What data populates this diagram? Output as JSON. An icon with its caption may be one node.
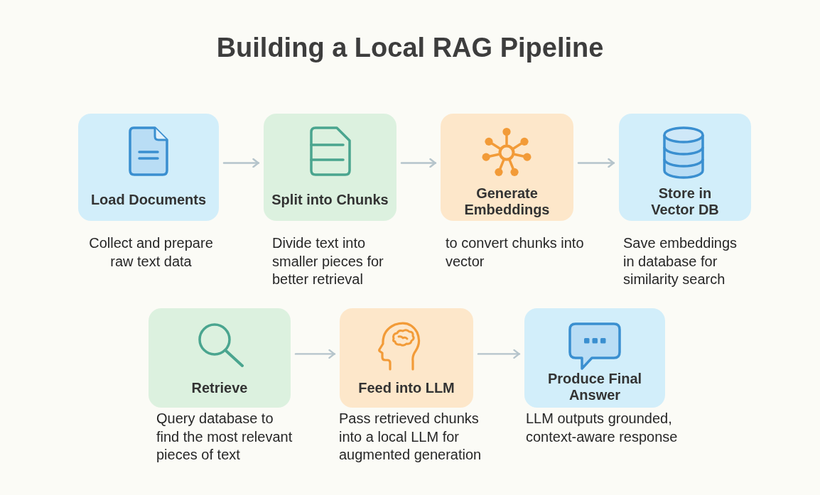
{
  "diagram": {
    "title": "Building a Local RAG Pipeline",
    "nodes": [
      {
        "text": [
          "Load Documents"
        ],
        "beside": [
          "Collect and prepare raw text data"
        ]
      },
      {
        "text": [
          "Split into Chunks"
        ],
        "beside": [
          "Divide text into smaller pieces for better retrieval"
        ]
      },
      {
        "text": [
          "Generate Embeddings"
        ],
        "beside": [
          "to convert chunks into vector"
        ]
      },
      {
        "text": [
          "Store in Vector DB"
        ],
        "beside": [
          "Save embeddings in database for similarity search"
        ]
      },
      {
        "text": [
          "Retrieve"
        ],
        "beside": [
          "Query database to find the most relevant pieces of text"
        ]
      },
      {
        "text": [
          "Feed into LLM"
        ],
        "beside": [
          "Pass retrieved chunks into a local LLM for augmented generation"
        ]
      },
      {
        "text": [
          "Produce Final Answer"
        ],
        "beside": [
          "LLM outputs grounded, context-aware response"
        ]
      }
    ],
    "edges": [
      {
        "from": 0,
        "to": 1,
        "arrow": "to"
      },
      {
        "from": 1,
        "to": 2,
        "arrow": "to"
      },
      {
        "from": 2,
        "to": 3,
        "arrow": "to"
      },
      {
        "from": 4,
        "to": 5,
        "arrow": "to"
      },
      {
        "from": 5,
        "to": 6,
        "arrow": "to"
      }
    ]
  }
}
